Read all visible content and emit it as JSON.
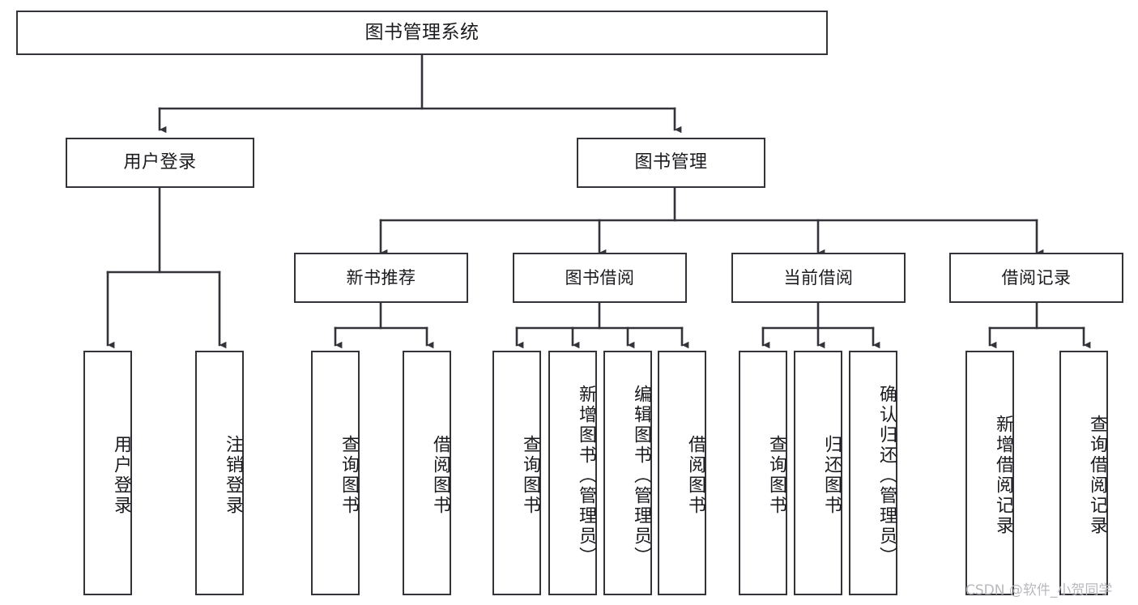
{
  "diagram": {
    "title": "图书管理系统",
    "type": "tree-hierarchy",
    "root": {
      "label": "图书管理系统"
    },
    "level2": [
      {
        "label": "用户登录"
      },
      {
        "label": "图书管理"
      }
    ],
    "level3": [
      {
        "label": "新书推荐"
      },
      {
        "label": "图书借阅"
      },
      {
        "label": "当前借阅"
      },
      {
        "label": "借阅记录"
      }
    ],
    "leaves": {
      "user_login": [
        {
          "label": "用户登录"
        },
        {
          "label": "注销登录"
        }
      ],
      "new_book_recommend": [
        {
          "label": "查询图书"
        },
        {
          "label": "借阅图书"
        }
      ],
      "book_borrow": [
        {
          "label": "查询图书"
        },
        {
          "label": "新增图书（管理员）"
        },
        {
          "label": "编辑图书（管理员）"
        },
        {
          "label": "借阅图书"
        }
      ],
      "current_borrow": [
        {
          "label": "查询图书"
        },
        {
          "label": "归还图书"
        },
        {
          "label": "确认归还（管理员）"
        }
      ],
      "borrow_record": [
        {
          "label": "新增借阅记录"
        },
        {
          "label": "查询借阅记录"
        }
      ]
    }
  },
  "watermark": {
    "text": "CSDN @软件_小贺同学"
  },
  "colors": {
    "box_border": "#33333a",
    "connector": "#33333a",
    "background": "#ffffff",
    "text": "#1b1b1f",
    "watermark": "#b9b9bd"
  }
}
